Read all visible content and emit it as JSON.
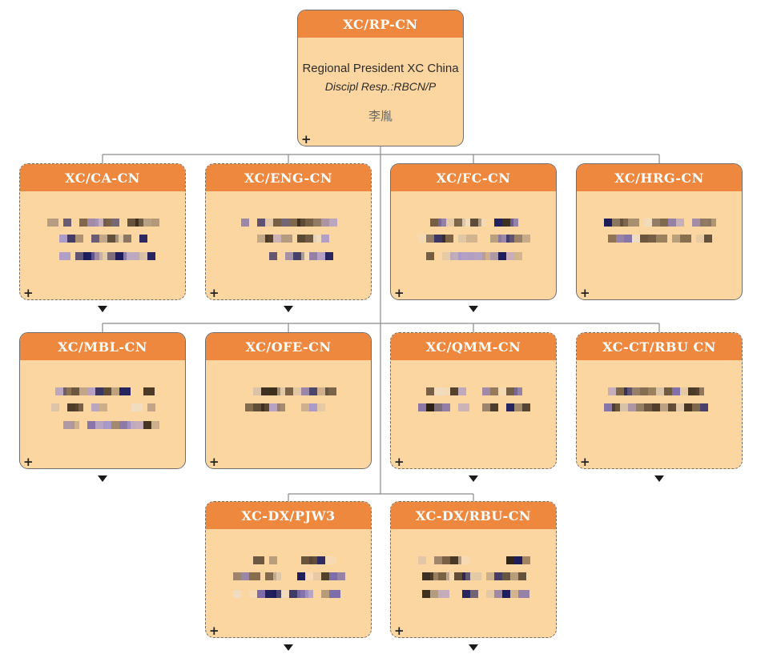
{
  "root": {
    "code": "XC/RP-CN",
    "title": "Regional President XC China",
    "resp": "Discipl Resp.:RBCN/P",
    "name": "李胤"
  },
  "departments": [
    {
      "code": "XC/CA-CN"
    },
    {
      "code": "XC/ENG-CN"
    },
    {
      "code": "XC/FC-CN"
    },
    {
      "code": "XC/HRG-CN"
    },
    {
      "code": "XC/MBL-CN"
    },
    {
      "code": "XC/OFE-CN"
    },
    {
      "code": "XC/QMM-CN"
    },
    {
      "code": "XC-CT/RBU CN"
    },
    {
      "code": "XC-DX/PJW3"
    },
    {
      "code": "XC-DX/RBU-CN"
    }
  ],
  "expand_symbol": "+",
  "colors": {
    "header": "#ef883f",
    "body": "#fbd6a0",
    "border": "#6e6e6e",
    "connector": "#8a8a8a"
  }
}
